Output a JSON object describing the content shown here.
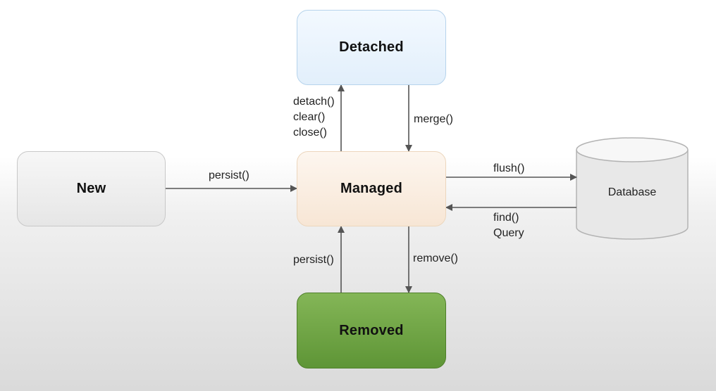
{
  "nodes": {
    "detached": "Detached",
    "new": "New",
    "managed": "Managed",
    "removed": "Removed",
    "database": "Database"
  },
  "edges": {
    "new_to_managed": "persist()",
    "managed_to_detached": [
      "detach()",
      "clear()",
      "close()"
    ],
    "detached_to_managed": "merge()",
    "managed_to_database": "flush()",
    "database_to_managed": [
      "find()",
      "Query"
    ],
    "removed_to_managed": "persist()",
    "managed_to_removed": "remove()"
  }
}
